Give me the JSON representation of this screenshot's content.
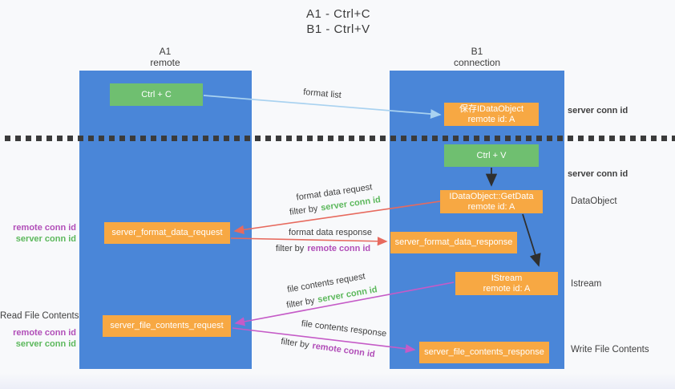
{
  "title": {
    "line1": "A1 - Ctrl+C",
    "line2": "B1 - Ctrl+V"
  },
  "lanes": {
    "a": {
      "name": "A1",
      "role": "remote"
    },
    "b": {
      "name": "B1",
      "role": "connection"
    }
  },
  "boxes": {
    "ctrl_c": {
      "label": "Ctrl + C"
    },
    "save_idataobject": {
      "line1": "保存IDataObject",
      "line2": "remote id: A"
    },
    "ctrl_v": {
      "label": "Ctrl + V"
    },
    "getdata": {
      "line1": "IDataObject::GetData",
      "line2": "remote id: A"
    },
    "format_request": {
      "label": "server_format_data_request"
    },
    "format_response": {
      "label": "server_format_data_response"
    },
    "istream": {
      "line1": "IStream",
      "line2": "remote id: A"
    },
    "file_request": {
      "label": "server_file_contents_request"
    },
    "file_response": {
      "label": "server_file_contents_response"
    }
  },
  "arrow_labels": {
    "format_list": "format list",
    "format_data_request": "format data request",
    "format_data_response": "format data response",
    "file_contents_request": "file contents request",
    "file_contents_response": "file contents response",
    "filter_prefix": "filter by",
    "server_conn_id": "server conn id",
    "remote_conn_id": "remote conn id"
  },
  "side_labels": {
    "server_conn_id_top": "server conn id",
    "server_conn_id_mid": "server conn id",
    "data_object": "DataObject",
    "istream": "Istream",
    "write_file_contents": "Write File Contents",
    "read_file_contents": "Read File Contents",
    "remote_conn_id": "remote conn id",
    "server_conn_id": "server conn id"
  },
  "colors": {
    "lane_blue": "#4a86d8",
    "action_green": "#6fbf70",
    "message_orange": "#f7a843",
    "arrow_light_blue": "#a9d2f0",
    "arrow_red": "#e76a5e",
    "arrow_magenta": "#c55bc7",
    "arrow_black": "#2f2f2f",
    "text_green": "#5cb85c",
    "text_purple": "#b14eb8",
    "text_dark": "#3f3f3f",
    "divider_dark": "#3b3b3b"
  }
}
